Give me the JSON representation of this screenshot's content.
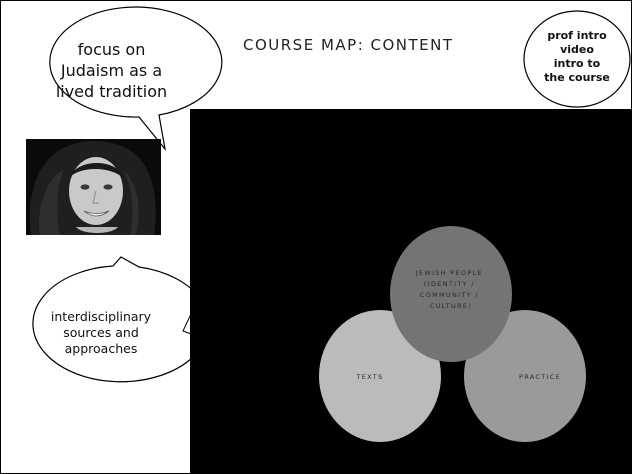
{
  "slide": {
    "title": "COURSE MAP: CONTENT",
    "background": "#ffffff"
  },
  "bubbles": {
    "focus": {
      "lines": [
        "focus on",
        "Judaism as a",
        "lived tradition"
      ]
    },
    "sources": {
      "lines": [
        "interdisciplinary",
        "sources and",
        "approaches"
      ]
    },
    "intro": {
      "lines": [
        "prof intro",
        "video",
        "intro to",
        "the course"
      ]
    }
  },
  "photo": {
    "icon": "portrait-photo",
    "description_visible": false
  },
  "venn": {
    "top": {
      "lines": [
        "JEWISH PEOPLE",
        "(IDENTITY /",
        "COMMUNITY /",
        "CULTURE)"
      ],
      "color": "#747474"
    },
    "left": {
      "label": "TEXTS",
      "color": "#bbbbbb"
    },
    "right": {
      "label": "PRACTICE",
      "color": "#9a9a9a"
    },
    "stage_color": "#000000"
  }
}
